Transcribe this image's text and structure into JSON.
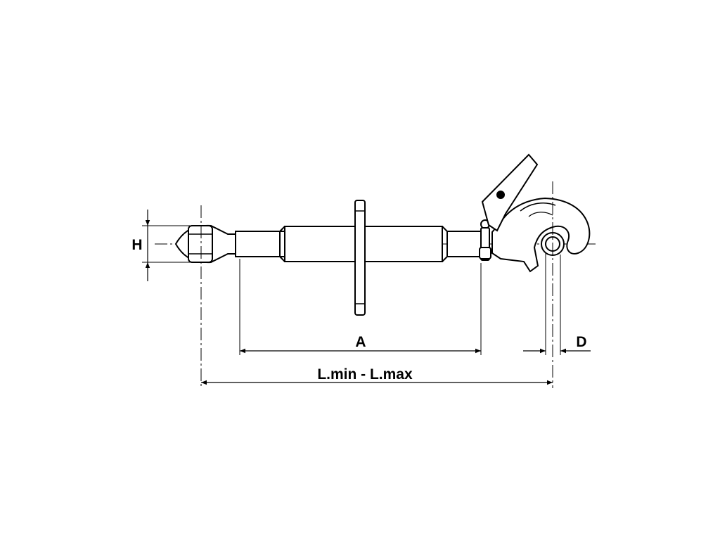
{
  "diagram": {
    "labels": {
      "height": "H",
      "body_length": "A",
      "pin_diameter": "D",
      "total_length": "L.min - L.max"
    },
    "colors": {
      "line": "#000000",
      "background": "#ffffff"
    }
  }
}
